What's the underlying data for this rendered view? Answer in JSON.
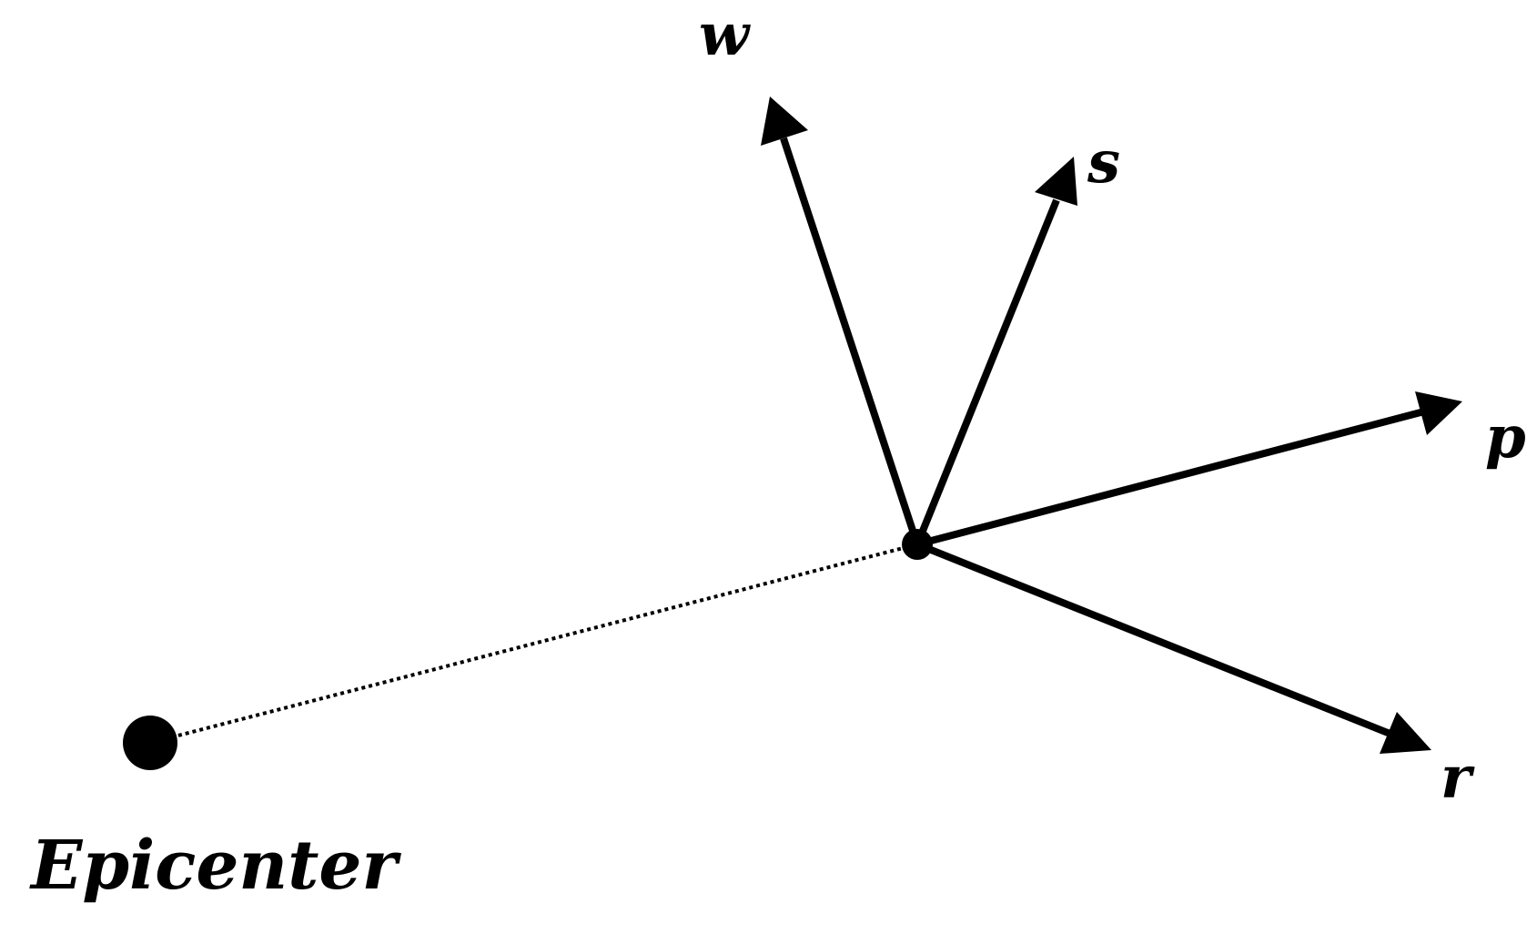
{
  "diagram": {
    "epicenter_label": "Epicenter",
    "axis_labels": {
      "w": "w",
      "s": "s",
      "p": "p",
      "r": "r"
    },
    "colors": {
      "stroke": "#000000",
      "background": "#ffffff"
    }
  }
}
